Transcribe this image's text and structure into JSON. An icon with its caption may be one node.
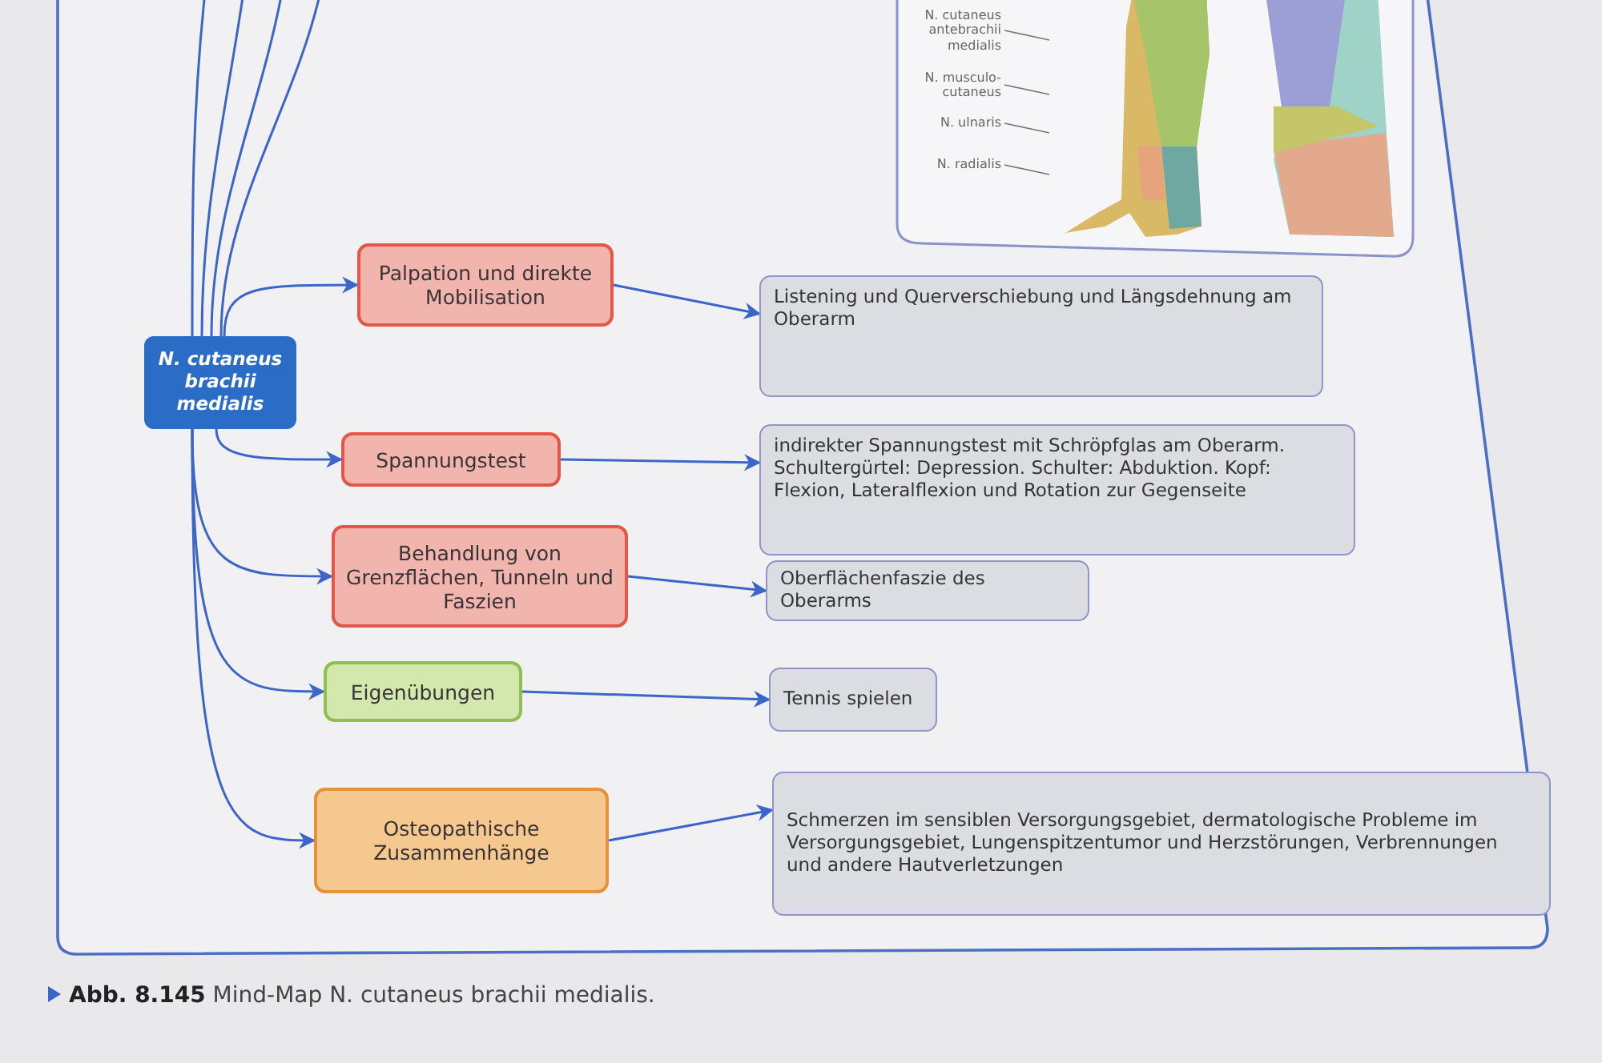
{
  "diagram": {
    "nodes": [
      {
        "text": [
          "N. cutaneus brachii medialis"
        ]
      },
      {
        "text": [
          "Palpation und direkte Mobilisation"
        ]
      },
      {
        "text": [
          "Listening und Querverschiebung und Längsdehnung am Oberarm"
        ]
      },
      {
        "text": [
          "Spannungstest"
        ]
      },
      {
        "text": [
          "indirekter Spannungstest mit Schröpfglas am Oberarm. Schultergürtel: Depression. Schulter: Abduktion. Kopf: Flexion, Lateralflexion und Rotation zur Gegenseite"
        ]
      },
      {
        "text": [
          "Behandlung von Grenzflächen, Tunneln und Faszien"
        ]
      },
      {
        "text": [
          "Oberflächenfaszie des Oberarms"
        ]
      },
      {
        "text": [
          "Eigenübungen"
        ]
      },
      {
        "text": [
          "Tennis spielen"
        ]
      },
      {
        "text": [
          "Osteopathische Zusammenhänge"
        ]
      },
      {
        "text": [
          "Schmerzen im sensiblen Versorgungsgebiet, dermatologische Probleme im Versorgungsgebiet, Lungenspitzentumor und Herzstörungen, Verbrennungen und andere Hautverletzungen"
        ]
      },
      {
        "text": [],
        "shape": "picture"
      },
      {
        "text": [
          "N. cutaneus antebrachii medialis"
        ]
      },
      {
        "text": [
          "N. musculo-cutaneus"
        ]
      },
      {
        "text": [
          "N. ulnaris"
        ]
      },
      {
        "text": [
          "N. radialis"
        ]
      }
    ],
    "edges": [
      {
        "from": 0,
        "to": 1,
        "arrow": "to"
      },
      {
        "from": 0,
        "to": 3,
        "arrow": "to"
      },
      {
        "from": 0,
        "to": 5,
        "arrow": "to"
      },
      {
        "from": 0,
        "to": 7,
        "arrow": "to"
      },
      {
        "from": 0,
        "to": 9,
        "arrow": "to"
      },
      {
        "from": 1,
        "to": 2,
        "arrow": "to"
      },
      {
        "from": 3,
        "to": 4,
        "arrow": "to"
      },
      {
        "from": 5,
        "to": 6,
        "arrow": "to"
      },
      {
        "from": 7,
        "to": 8,
        "arrow": "to"
      },
      {
        "from": 9,
        "to": 10,
        "arrow": "to"
      },
      {
        "from": 0,
        "to": null,
        "arrow": "none"
      },
      {
        "from": 0,
        "to": null,
        "arrow": "none"
      },
      {
        "from": 0,
        "to": null,
        "arrow": "none"
      },
      {
        "from": 0,
        "to": null,
        "arrow": "none"
      },
      {
        "from": 12,
        "to": 11,
        "arrow": "none",
        "color": "#777777"
      },
      {
        "from": 13,
        "to": 11,
        "arrow": "none",
        "color": "#777777"
      },
      {
        "from": 14,
        "to": 11,
        "arrow": "none",
        "color": "#777777"
      },
      {
        "from": 15,
        "to": 11,
        "arrow": "none",
        "color": "#777777"
      }
    ],
    "caption": "**Abb. 8.145** Mind-Map N. cutaneus brachii medialis."
  }
}
